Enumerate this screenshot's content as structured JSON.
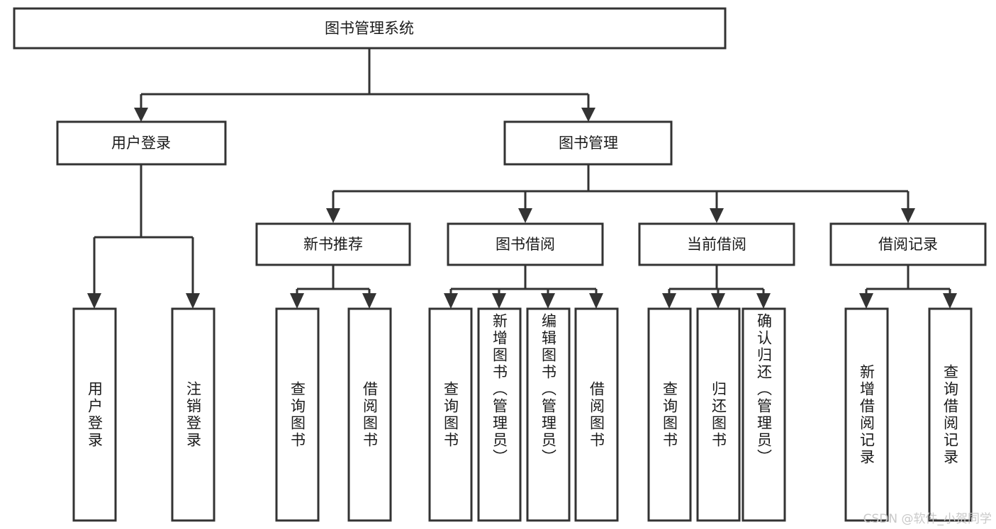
{
  "diagram": {
    "title": "图书管理系统",
    "watermark": "CSDN @软件_小贺同学",
    "colors": {
      "stroke": "#333333",
      "fill": "#ffffff",
      "text": "#1a1a1a",
      "watermark": "#c9c9c9"
    },
    "nodes": {
      "root": {
        "label": "图书管理系统"
      },
      "level2": [
        {
          "id": "user-login",
          "label": "用户登录"
        },
        {
          "id": "book-manage",
          "label": "图书管理"
        }
      ],
      "level3": [
        {
          "id": "new-book-recommend",
          "label": "新书推荐"
        },
        {
          "id": "book-borrow",
          "label": "图书借阅"
        },
        {
          "id": "current-borrow",
          "label": "当前借阅"
        },
        {
          "id": "borrow-record",
          "label": "借阅记录"
        }
      ],
      "leaves": {
        "user-login": [
          {
            "id": "leaf-user-login",
            "label": "用户登录"
          },
          {
            "id": "leaf-logout-login",
            "label": "注销登录"
          }
        ],
        "new-book-recommend": [
          {
            "id": "leaf-query-book-1",
            "label": "查询图书"
          },
          {
            "id": "leaf-borrow-book-1",
            "label": "借阅图书"
          }
        ],
        "book-borrow": [
          {
            "id": "leaf-query-book-2",
            "label": "查询图书"
          },
          {
            "id": "leaf-add-book",
            "label": "新增图书（管理员）"
          },
          {
            "id": "leaf-edit-book",
            "label": "编辑图书（管理员）"
          },
          {
            "id": "leaf-borrow-book-2",
            "label": "借阅图书"
          }
        ],
        "current-borrow": [
          {
            "id": "leaf-query-book-3",
            "label": "查询图书"
          },
          {
            "id": "leaf-return-book",
            "label": "归还图书"
          },
          {
            "id": "leaf-confirm-return",
            "label": "确认归还（管理员）"
          }
        ],
        "borrow-record": [
          {
            "id": "leaf-add-record",
            "label": "新增借阅记录"
          },
          {
            "id": "leaf-query-record",
            "label": "查询借阅记录"
          }
        ]
      }
    }
  },
  "chart_data": {
    "type": "diagram",
    "subtype": "tree-hierarchy",
    "title": "图书管理系统",
    "orientation": "top-down",
    "levels": 4,
    "tree": {
      "name": "图书管理系统",
      "children": [
        {
          "name": "用户登录",
          "children": [
            {
              "name": "用户登录"
            },
            {
              "name": "注销登录"
            }
          ]
        },
        {
          "name": "图书管理",
          "children": [
            {
              "name": "新书推荐",
              "children": [
                {
                  "name": "查询图书"
                },
                {
                  "name": "借阅图书"
                }
              ]
            },
            {
              "name": "图书借阅",
              "children": [
                {
                  "name": "查询图书"
                },
                {
                  "name": "新增图书（管理员）"
                },
                {
                  "name": "编辑图书（管理员）"
                },
                {
                  "name": "借阅图书"
                }
              ]
            },
            {
              "name": "当前借阅",
              "children": [
                {
                  "name": "查询图书"
                },
                {
                  "name": "归还图书"
                },
                {
                  "name": "确认归还（管理员）"
                }
              ]
            },
            {
              "name": "借阅记录",
              "children": [
                {
                  "name": "新增借阅记录"
                },
                {
                  "name": "查询借阅记录"
                }
              ]
            }
          ]
        }
      ]
    }
  }
}
